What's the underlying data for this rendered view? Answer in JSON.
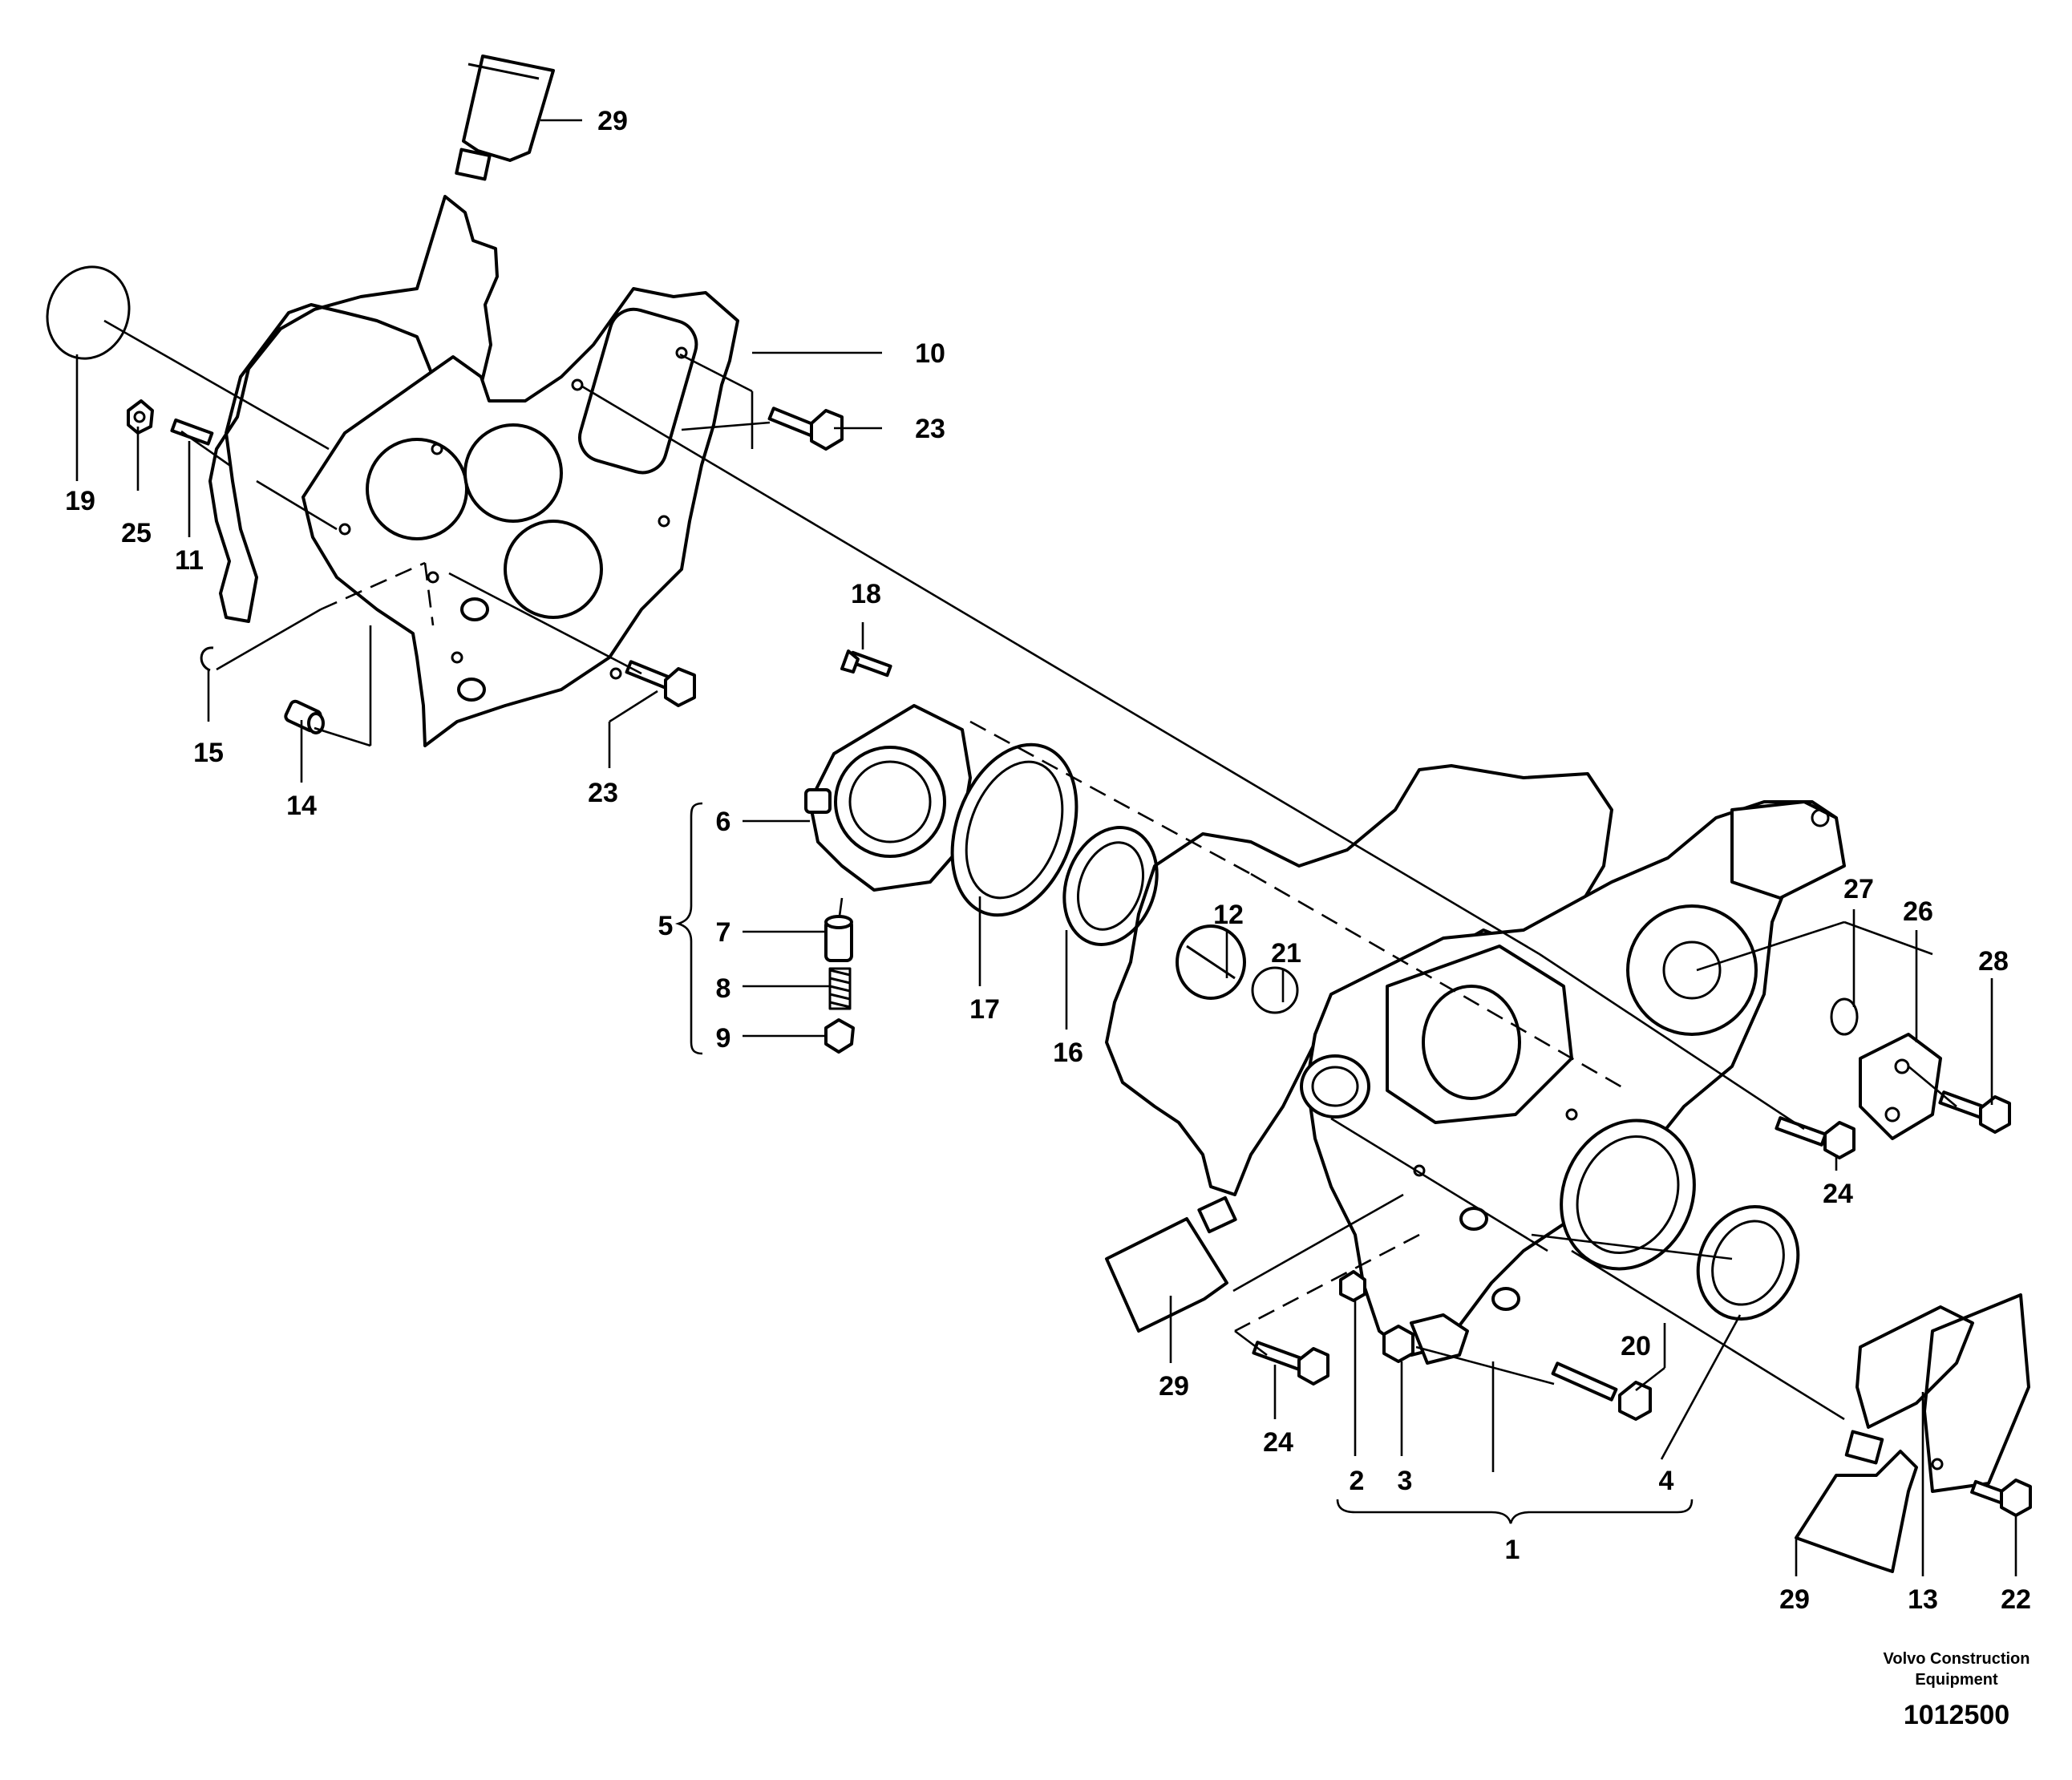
{
  "diagram": {
    "labels": {
      "p1": "1",
      "p2": "2",
      "p3": "3",
      "p4": "4",
      "p5": "5",
      "p6": "6",
      "p7": "7",
      "p8": "8",
      "p9": "9",
      "p10": "10",
      "p11": "11",
      "p12": "12",
      "p13": "13",
      "p14": "14",
      "p15": "15",
      "p16": "16",
      "p17": "17",
      "p18": "18",
      "p19": "19",
      "p20": "20",
      "p21": "21",
      "p22": "22",
      "p23": "23",
      "p24": "24",
      "p25": "25",
      "p26": "26",
      "p27": "27",
      "p28": "28",
      "p29": "29"
    }
  },
  "credit": {
    "company": "Volvo Construction Equipment",
    "drawing_number": "1012500"
  }
}
